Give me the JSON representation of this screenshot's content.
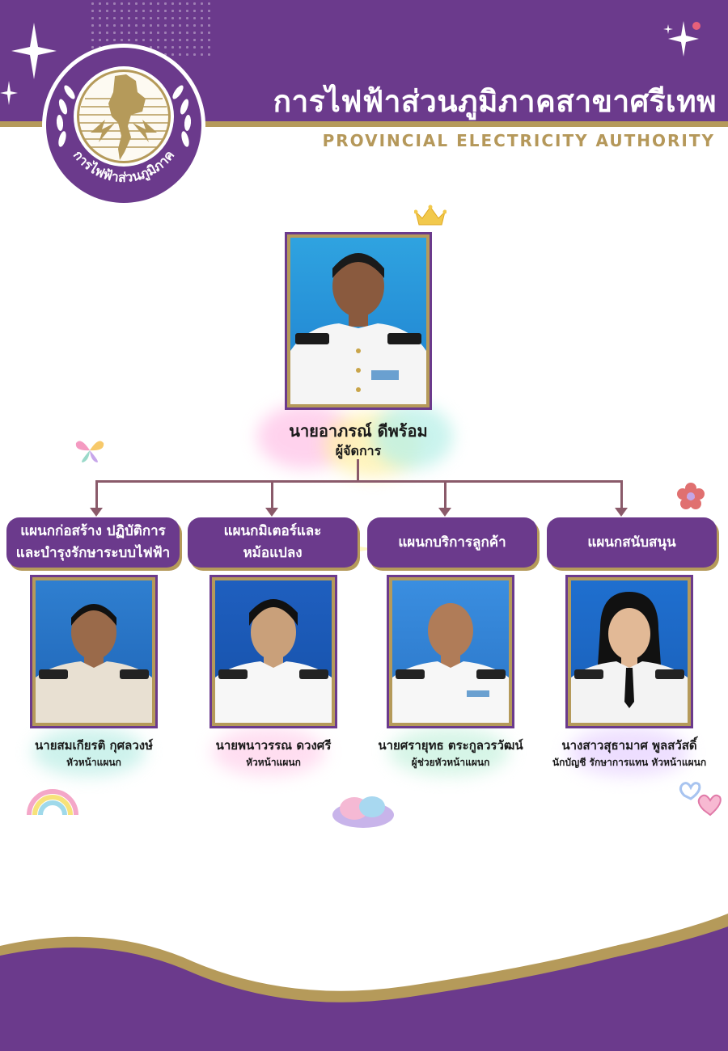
{
  "header": {
    "title_th": "การไฟฟ้าส่วนภูมิภาคสาขาศรีเทพ",
    "title_en": "PROVINCIAL ELECTRICITY AUTHORITY",
    "logo_text": "การไฟฟ้าส่วนภูมิภาค"
  },
  "manager": {
    "name": "นายอาภรณ์  ดีพร้อม",
    "role": "ผู้จัดการ"
  },
  "departments": [
    {
      "label_line1": "แผนกก่อสร้าง ปฏิบัติการ",
      "label_line2": "และบำรุงรักษาระบบไฟฟ้า",
      "person_name": "นายสมเกียรติ  กุศลวงษ์",
      "person_role": "หัวหน้าแผนก"
    },
    {
      "label_line1": "แผนกมิเตอร์และ",
      "label_line2": "หม้อแปลง",
      "person_name": "นายพนาวรรณ  ดวงศรี",
      "person_role": "หัวหน้าแผนก"
    },
    {
      "label_line1": "แผนกบริการลูกค้า",
      "label_line2": "",
      "person_name": "นายศรายุทธ ตระกูลวรวัฒน์",
      "person_role": "ผู้ช่วยหัวหน้าแผนก"
    },
    {
      "label_line1": "แผนกสนับสนุน",
      "label_line2": "",
      "person_name": "นางสาวสุธามาศ พูลสวัสดิ์",
      "person_role": "นักบัญชี รักษาการแทน หัวหน้าแผนก"
    }
  ],
  "colors": {
    "brand_purple": "#6b3a8c",
    "brand_gold": "#b59a5a",
    "connector": "#8a5a6a"
  },
  "icons": [
    "logo-emblem-icon",
    "crown-icon",
    "sparkle-icon",
    "butterfly-icon",
    "flower-icon",
    "rainbow-icon",
    "cloud-icon",
    "heart-icon"
  ]
}
